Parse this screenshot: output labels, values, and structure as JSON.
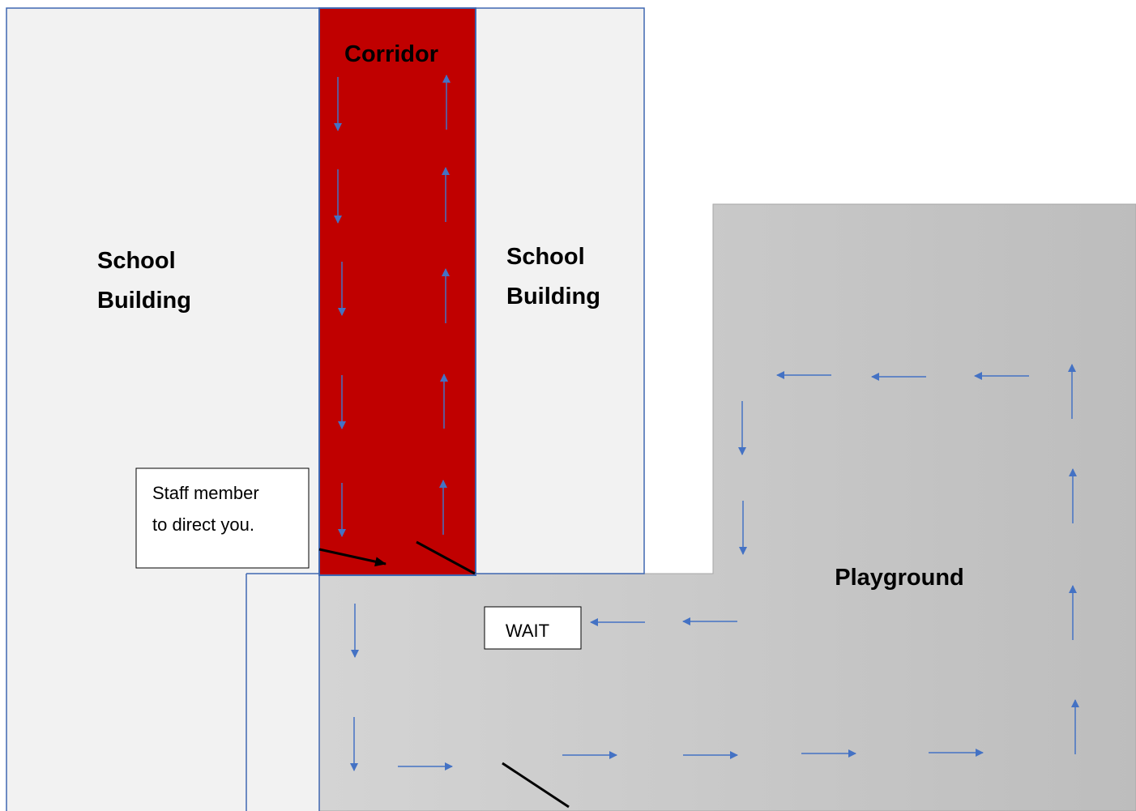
{
  "labels": {
    "corridor": "Corridor",
    "building_left_line1": "School",
    "building_left_line2": "Building",
    "building_right_line1": "School",
    "building_right_line2": "Building",
    "playground": "Playground",
    "staff_line1": "Staff member",
    "staff_line2": "to direct you.",
    "wait": "WAIT"
  },
  "colors": {
    "building_fill": "#f2f2f2",
    "building_stroke": "#3f67b1",
    "corridor_fill": "#c00000",
    "playground_fill_left": "#d6d6d6",
    "playground_fill_right": "#bdbdbd",
    "arrow": "#4472c4",
    "pointer": "#000000"
  }
}
